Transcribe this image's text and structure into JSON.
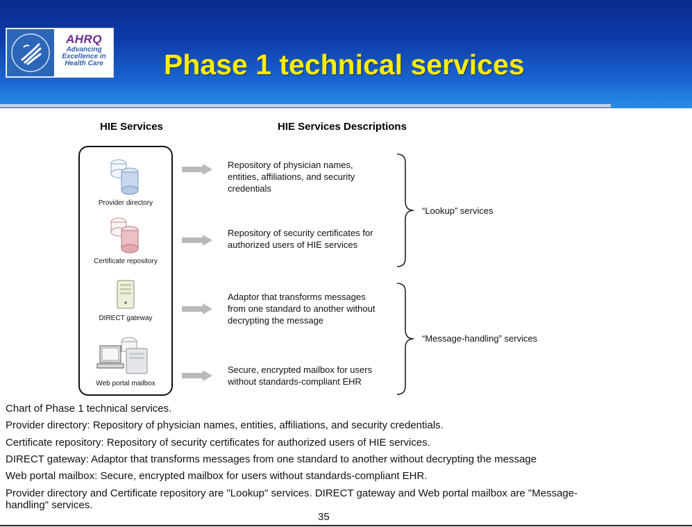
{
  "header": {
    "title": "Phase 1 technical services",
    "logo": {
      "agency_mark": "hhs-eagle-icon",
      "brand": "AHRQ",
      "tagline": [
        "Advancing",
        "Excellence in",
        "Health Care"
      ]
    }
  },
  "columns": {
    "left": "HIE Services",
    "right": "HIE Services Descriptions"
  },
  "services": [
    {
      "label": "Provider directory",
      "icon": "database-blue-icon",
      "description": [
        "Repository of physician names,",
        "entities, affiliations, and security",
        "credentials"
      ]
    },
    {
      "label": "Certificate repository",
      "icon": "database-red-icon",
      "description": [
        "Repository of security certificates for",
        "authorized users of HIE services"
      ]
    },
    {
      "label": "DIRECT gateway",
      "icon": "server-tower-icon",
      "description": [
        "Adaptor that transforms messages",
        "from one standard to another without",
        "decrypting the message"
      ]
    },
    {
      "label": "Web portal mailbox",
      "icon": "computer-server-icon",
      "description": [
        "Secure, encrypted mailbox for users",
        "without standards-compliant EHR"
      ]
    }
  ],
  "groups": [
    {
      "label": "“Lookup” services"
    },
    {
      "label": "“Message-handling” services"
    }
  ],
  "caption": [
    "Chart of Phase 1 technical services.",
    "Provider directory: Repository of physician names, entities, affiliations, and security credentials.",
    "Certificate repository: Repository of security certificates for authorized users of HIE services.",
    "DIRECT gateway: Adaptor that transforms messages from one standard to another without decrypting the message",
    "Web portal mailbox: Secure, encrypted mailbox for users without standards-compliant EHR.",
    "Provider directory and Certificate repository are \"Lookup\" services. DIRECT gateway and Web portal mailbox are \"Message-",
    "handling\" services."
  ],
  "page_number": "35",
  "colors": {
    "title": "#ffee00",
    "header_blue": "#0d3aa8",
    "arrow": "#b9b9b9"
  }
}
